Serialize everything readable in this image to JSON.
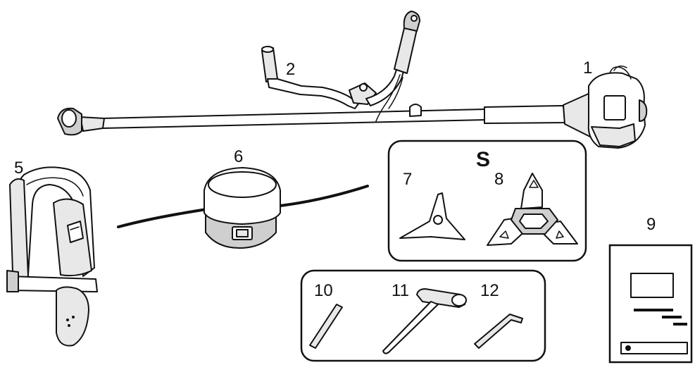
{
  "labels": {
    "n1": "1",
    "n2": "2",
    "n5": "5",
    "n6": "6",
    "nS": "S",
    "n7": "7",
    "n8": "8",
    "n9": "9",
    "n10": "10",
    "n11": "11",
    "n12": "12"
  },
  "parts": [
    {
      "id": "1",
      "icon": "trimmer-shaft-with-engine-icon"
    },
    {
      "id": "2",
      "icon": "handlebar-icon"
    },
    {
      "id": "5",
      "icon": "shoulder-harness-icon"
    },
    {
      "id": "6",
      "icon": "trimmer-head-icon"
    },
    {
      "id": "7",
      "icon": "three-tooth-blade-icon"
    },
    {
      "id": "8",
      "icon": "three-blade-cutter-icon"
    },
    {
      "id": "9",
      "icon": "manual-icon"
    },
    {
      "id": "10",
      "icon": "rod-tool-icon"
    },
    {
      "id": "11",
      "icon": "combination-spanner-icon"
    },
    {
      "id": "12",
      "icon": "hex-key-icon"
    }
  ]
}
